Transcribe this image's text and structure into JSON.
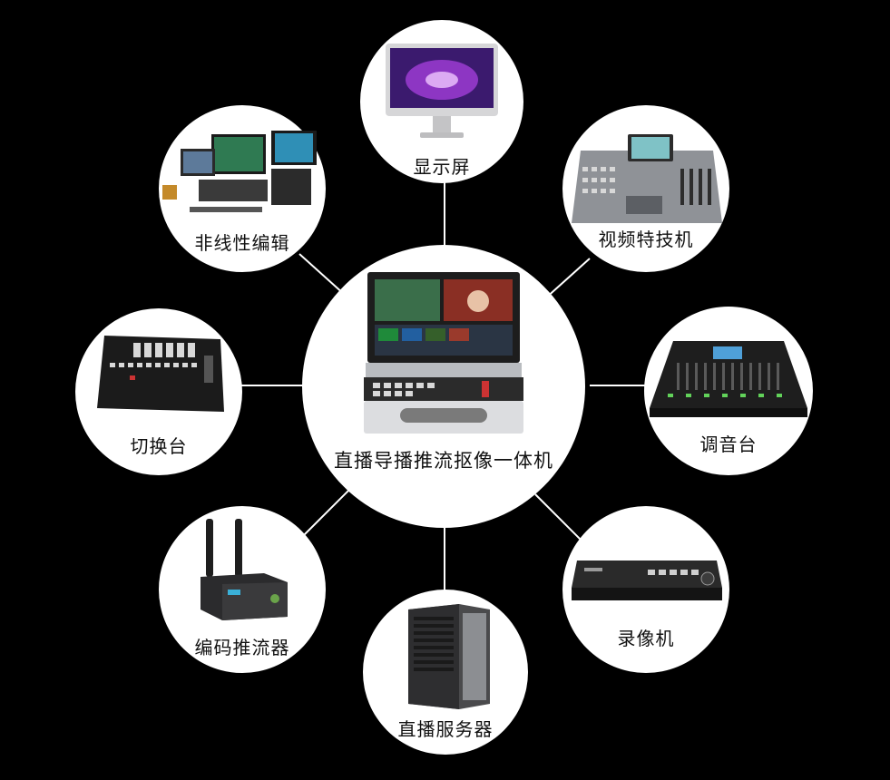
{
  "center": {
    "label": "直播导播推流抠像一体机",
    "icon": "all-in-one-broadcast-station-icon"
  },
  "devices": {
    "display": {
      "label": "显示屏",
      "icon": "monitor-icon"
    },
    "switcher": {
      "label": "视频特技机",
      "icon": "video-effects-switcher-icon"
    },
    "mixer": {
      "label": "调音台",
      "icon": "audio-mixer-icon"
    },
    "recorder": {
      "label": "录像机",
      "icon": "video-recorder-icon"
    },
    "server": {
      "label": "直播服务器",
      "icon": "server-tower-icon"
    },
    "encoder": {
      "label": "编码推流器",
      "icon": "stream-encoder-icon"
    },
    "cutter": {
      "label": "切换台",
      "icon": "switcher-console-icon"
    },
    "editing": {
      "label": "非线性编辑",
      "icon": "nonlinear-editing-workstation-icon"
    }
  },
  "colors": {
    "background": "#000000",
    "circle": "#ffffff",
    "connector": "#ffffff",
    "text": "#111111"
  }
}
